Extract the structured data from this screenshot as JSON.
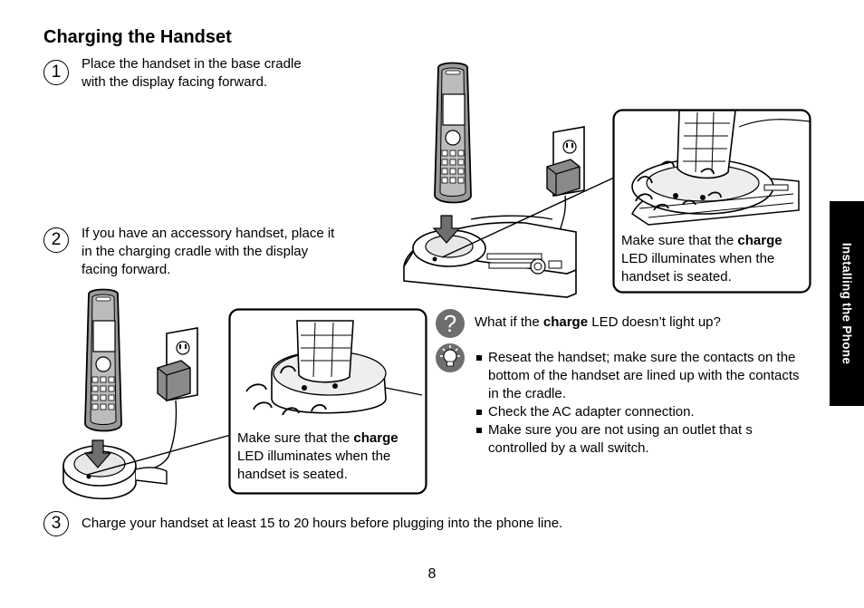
{
  "title": "Charging the Handset",
  "steps": [
    {
      "number": "1",
      "text": "Place the handset in the base cradle with the display facing forward."
    },
    {
      "number": "2",
      "text": "If you have an accessory handset, place it in the charging cradle with the display facing forward."
    },
    {
      "number": "3",
      "text": "Charge your handset at least 15 to 20 hours before plugging into the phone line."
    }
  ],
  "callout": {
    "prefix": "Make sure that the ",
    "bold": "charge",
    "suffix": " LED illuminates when the handset is seated."
  },
  "question": {
    "prefix": "What if the ",
    "bold": "charge",
    "suffix": " LED doesn’t light up?"
  },
  "tips": [
    "Reseat the handset; make sure the contacts on the bottom of the handset are lined up with the contacts in the cradle.",
    "Check the AC adapter connection.",
    "Make sure you are not using an outlet that s controlled by a wall switch."
  ],
  "side_tab": "Installing the Phone",
  "page_number": "8",
  "icons": [
    "question-icon",
    "lightbulb-tip-icon",
    "down-arrow-icon",
    "handset-icon",
    "wall-outlet-icon",
    "ac-adapter-icon",
    "base-cradle-icon",
    "charging-cradle-icon"
  ]
}
